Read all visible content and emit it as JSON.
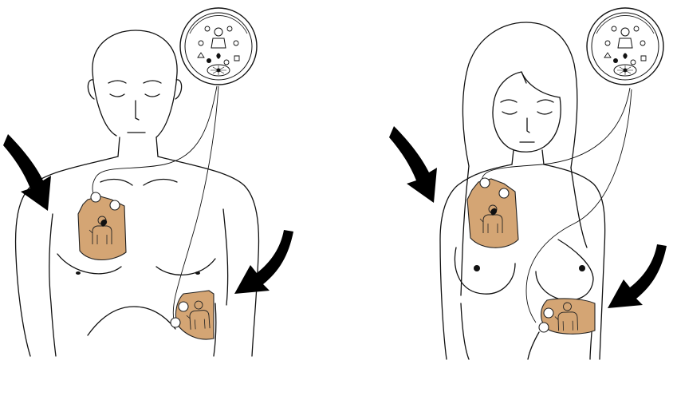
{
  "colors": {
    "pad_fill": "#d4a574",
    "outline": "#111111",
    "arrow": "#000000",
    "background": "#ffffff"
  },
  "panels": [
    {
      "subject": "male",
      "device_icon": "aed-device-icon",
      "pads": [
        "upper-right-chest-pad",
        "lower-left-side-pad"
      ],
      "arrows": [
        "left-arrow",
        "right-arrow"
      ]
    },
    {
      "subject": "female",
      "device_icon": "aed-device-icon",
      "pads": [
        "upper-right-chest-pad",
        "lower-left-side-pad"
      ],
      "arrows": [
        "left-arrow",
        "right-arrow"
      ]
    }
  ]
}
